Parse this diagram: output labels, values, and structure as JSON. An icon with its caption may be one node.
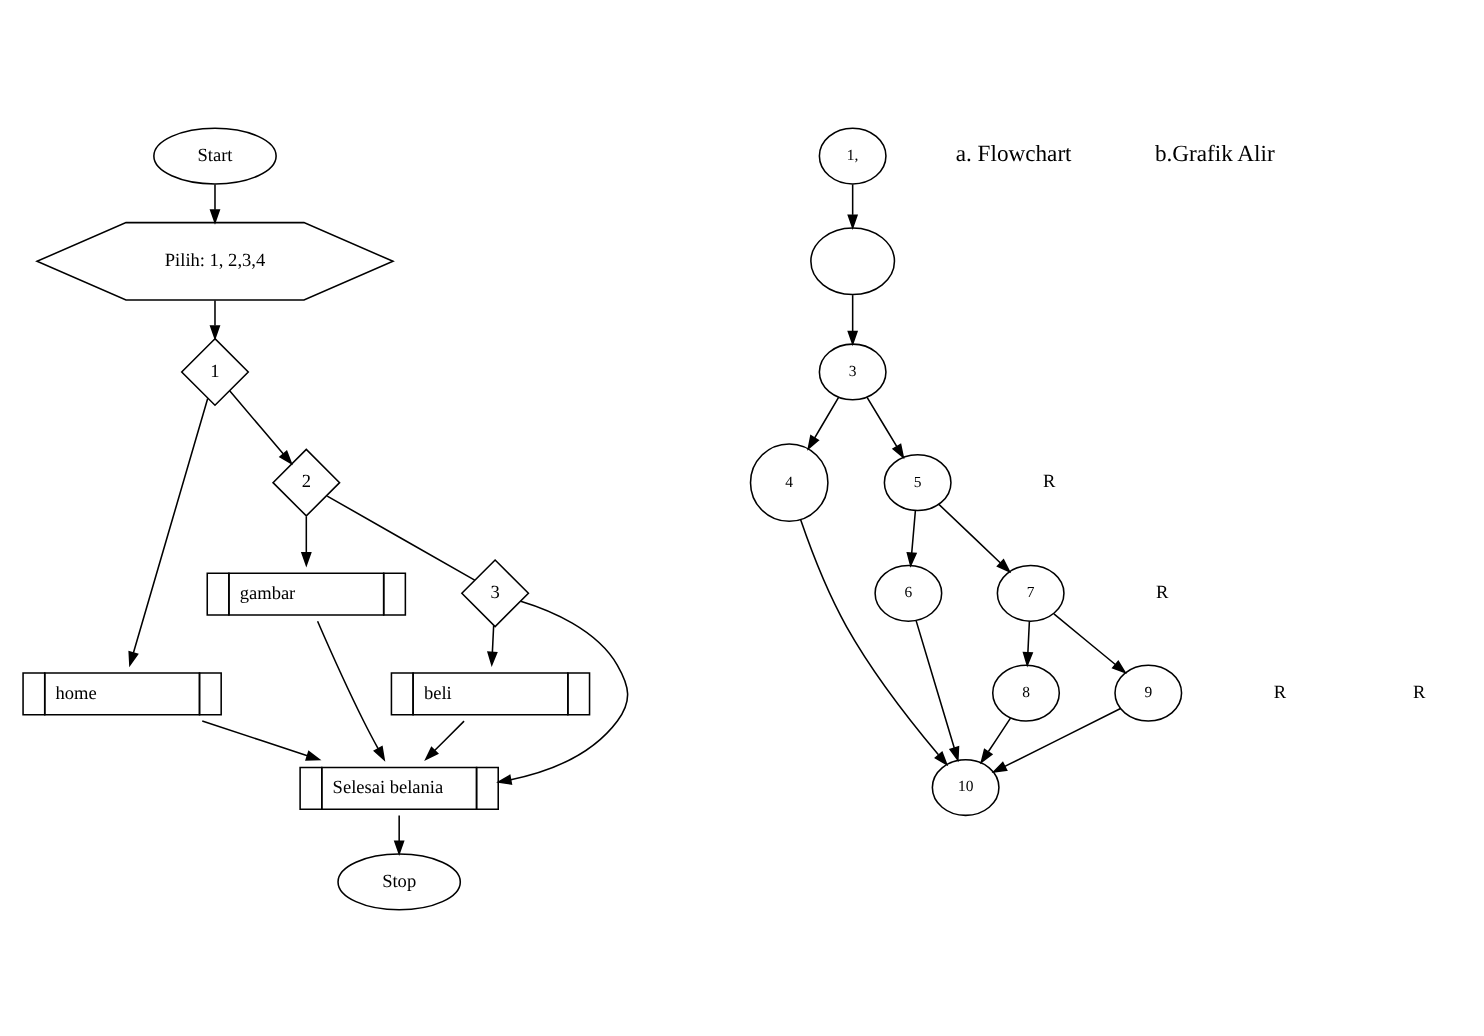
{
  "diagram": {
    "nodes": [
      {
        "text": [
          "Start"
        ]
      },
      {
        "text": [
          "Pilih: 1, 2,3,4"
        ]
      },
      {
        "text": [
          "1"
        ]
      },
      {
        "text": [
          "home"
        ]
      },
      {
        "text": [
          "2"
        ]
      },
      {
        "text": [
          "gambar"
        ]
      },
      {
        "text": [
          "3"
        ]
      },
      {
        "text": [
          "beli"
        ]
      },
      {
        "text": [
          "Selesai belania"
        ]
      },
      {
        "text": [
          "Stop"
        ]
      },
      {
        "text": [
          "1,"
        ]
      },
      {
        "text": [],
        "shape": "circle"
      },
      {
        "text": [
          "3"
        ]
      },
      {
        "text": [
          "4"
        ]
      },
      {
        "text": [
          "5"
        ]
      },
      {
        "text": [
          "6"
        ]
      },
      {
        "text": [
          "7"
        ]
      },
      {
        "text": [
          "8"
        ]
      },
      {
        "text": [
          "9"
        ]
      },
      {
        "text": [
          "10"
        ]
      }
    ],
    "edges": [
      {
        "from": 0,
        "to": 1,
        "arrow": "to"
      },
      {
        "from": 1,
        "to": 2,
        "arrow": "to"
      },
      {
        "from": 2,
        "to": 3,
        "arrow": "to"
      },
      {
        "from": 2,
        "to": 4,
        "arrow": "to"
      },
      {
        "from": 4,
        "to": 5,
        "arrow": "to"
      },
      {
        "from": 4,
        "to": 6,
        "arrow": "none"
      },
      {
        "from": 6,
        "to": 7,
        "arrow": "to"
      },
      {
        "from": 3,
        "to": 8,
        "arrow": "to"
      },
      {
        "from": 5,
        "to": 8,
        "arrow": "to"
      },
      {
        "from": 7,
        "to": 8,
        "arrow": "to"
      },
      {
        "from": 6,
        "to": 8,
        "arrow": "to"
      },
      {
        "from": 8,
        "to": 9,
        "arrow": "to"
      },
      {
        "from": 10,
        "to": 11,
        "arrow": "to"
      },
      {
        "from": 11,
        "to": 12,
        "arrow": "to"
      },
      {
        "from": 12,
        "to": 13,
        "arrow": "to"
      },
      {
        "from": 12,
        "to": 14,
        "arrow": "to"
      },
      {
        "from": 14,
        "to": 15,
        "arrow": "to"
      },
      {
        "from": 14,
        "to": 16,
        "arrow": "to"
      },
      {
        "from": 16,
        "to": 17,
        "arrow": "to"
      },
      {
        "from": 16,
        "to": 18,
        "arrow": "to"
      },
      {
        "from": 13,
        "to": 19,
        "arrow": "to"
      },
      {
        "from": 15,
        "to": 19,
        "arrow": "to"
      },
      {
        "from": 17,
        "to": 19,
        "arrow": "to"
      },
      {
        "from": 18,
        "to": 19,
        "arrow": "to"
      }
    ],
    "labels": [
      "a. Flowchart",
      "b.Grafik Alir",
      "R",
      "R",
      "R",
      "R"
    ]
  }
}
